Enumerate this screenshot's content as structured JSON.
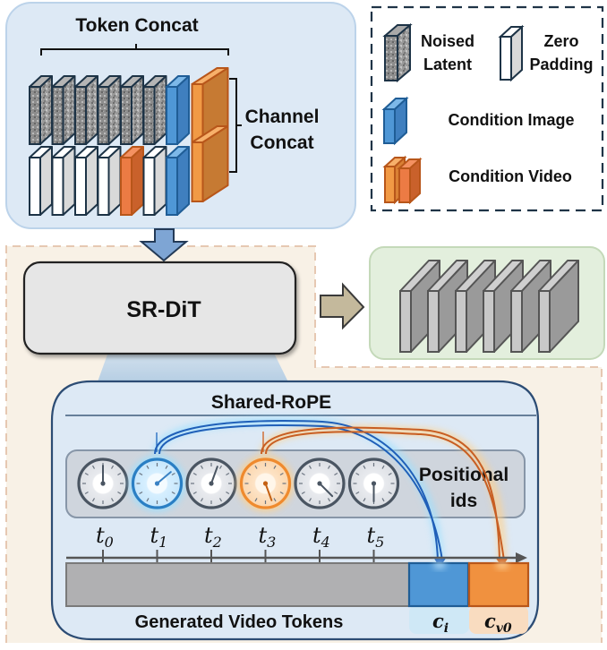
{
  "input_panel": {
    "token_concat_label": "Token Concat",
    "channel_concat_label_line1": "Channel",
    "channel_concat_label_line2": "Concat",
    "columns": [
      {
        "top": "noised-latent",
        "bottom": "zero-padding"
      },
      {
        "top": "noised-latent",
        "bottom": "zero-padding"
      },
      {
        "top": "noised-latent",
        "bottom": "zero-padding"
      },
      {
        "top": "noised-latent",
        "bottom": "zero-padding"
      },
      {
        "top": "noised-latent",
        "bottom": "condition-video"
      },
      {
        "top": "noised-latent",
        "bottom": "zero-padding"
      },
      {
        "top": "condition-image",
        "bottom": "condition-image"
      },
      {
        "top": "condition-video-large",
        "bottom": "condition-video-large"
      }
    ]
  },
  "legend": {
    "items": [
      {
        "key": "noised-latent",
        "label_line1": "Noised",
        "label_line2": "Latent"
      },
      {
        "key": "zero-padding",
        "label_line1": "Zero",
        "label_line2": "Padding"
      },
      {
        "key": "condition-image",
        "label": "Condition Image"
      },
      {
        "key": "condition-video",
        "label": "Condition Video"
      }
    ]
  },
  "model": {
    "name": "SR-DiT"
  },
  "output": {
    "frame_count": 6
  },
  "shared_rope": {
    "title": "Shared-RoPE",
    "positional_ids_line1": "Positional",
    "positional_ids_line2": "ids",
    "clocks": [
      {
        "id": "t0",
        "state": "neutral",
        "hand_angle": 0
      },
      {
        "id": "t1",
        "state": "image",
        "hand_angle": 50
      },
      {
        "id": "t2",
        "state": "neutral",
        "hand_angle": 20
      },
      {
        "id": "t3",
        "state": "video",
        "hand_angle": 160
      },
      {
        "id": "t4",
        "state": "neutral",
        "hand_angle": 135
      },
      {
        "id": "t5",
        "state": "neutral",
        "hand_angle": 180
      }
    ],
    "timesteps": [
      {
        "base": "t",
        "sub": "0"
      },
      {
        "base": "t",
        "sub": "1"
      },
      {
        "base": "t",
        "sub": "2"
      },
      {
        "base": "t",
        "sub": "3"
      },
      {
        "base": "t",
        "sub": "4"
      },
      {
        "base": "t",
        "sub": "5"
      }
    ],
    "generated_tokens_label": "Generated Video Tokens",
    "condition_image_token": {
      "base": "c",
      "sub": "i"
    },
    "condition_video_token": {
      "base": "c",
      "sub": "v0"
    },
    "links": [
      {
        "from": "t1",
        "to": "condition_image_token"
      },
      {
        "from": "t3",
        "to": "condition_video_token"
      }
    ]
  },
  "colors": {
    "image_blue": "#4f97d6",
    "video_orange": "#f0913f",
    "condition_video_dark": "#e87236",
    "latent_gray": "#8f8f8f",
    "panel_blue": "#dde9f5",
    "panel_green": "#e3efdd",
    "region_beige": "#f8f1e6"
  }
}
